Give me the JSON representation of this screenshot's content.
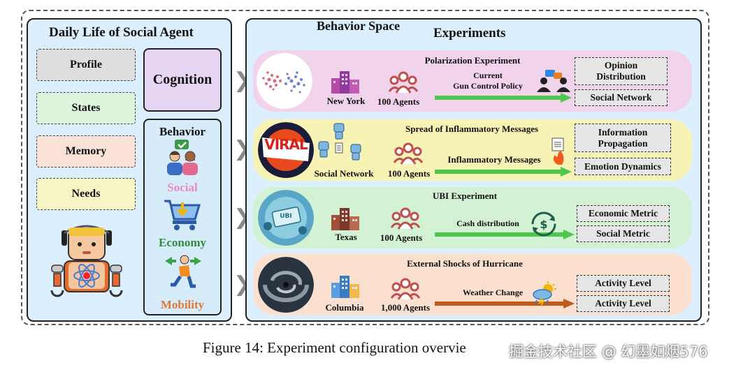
{
  "left": {
    "title": "Daily Life of Social Agent",
    "items": [
      "Profile",
      "States",
      "Memory",
      "Needs"
    ],
    "item_colors": [
      "#dedede",
      "#ddf4dd",
      "#fbe3d8",
      "#f7f4c6"
    ],
    "cognition": "Cognition",
    "behavior_title": "Behavior",
    "behaviors": [
      {
        "label": "Social",
        "color": "#e88ac8"
      },
      {
        "label": "Economy",
        "color": "#2e8b3a"
      },
      {
        "label": "Mobility",
        "color": "#e07a3a"
      }
    ]
  },
  "right": {
    "space_title": "Behavior Space",
    "title": "Experiments",
    "experiments": [
      {
        "title": "Polarization Experiment",
        "place": "New York",
        "agents": "100 Agents",
        "action": "Current\nGun Control Policy",
        "outputs": [
          "Opinion\nDistribution",
          "Social Network"
        ],
        "bg": "#f2d3ec",
        "arrow_color": "#4cc94c"
      },
      {
        "title": "Spread of Inflammatory Messages",
        "place": "Social Network",
        "agents": "100 Agents",
        "action": "Inflammatory Messages",
        "outputs": [
          "Information\nPropagation",
          "Emotion Dynamics"
        ],
        "bg": "#f7f3b4",
        "arrow_color": "#4cc94c",
        "badge": "VIRAL"
      },
      {
        "title": "UBI Experiment",
        "place": "Texas",
        "agents": "100 Agents",
        "action": "Cash distribution",
        "outputs": [
          "Economic Metric",
          "Social Metric"
        ],
        "bg": "#d3f2d4",
        "arrow_color": "#4cc94c",
        "badge": "UBI"
      },
      {
        "title": "External Shocks of Hurricane",
        "place": "Columbia",
        "agents": "1,000 Agents",
        "action": "Weather Change",
        "outputs": [
          "Activity Level",
          "Activity Level"
        ],
        "bg": "#fbe0d0",
        "arrow_color": "#c05a1a"
      }
    ]
  },
  "caption": "Figure 14: Experiment configuration overvie",
  "watermark": "掘金技术社区 @ 幻墨如烟576"
}
